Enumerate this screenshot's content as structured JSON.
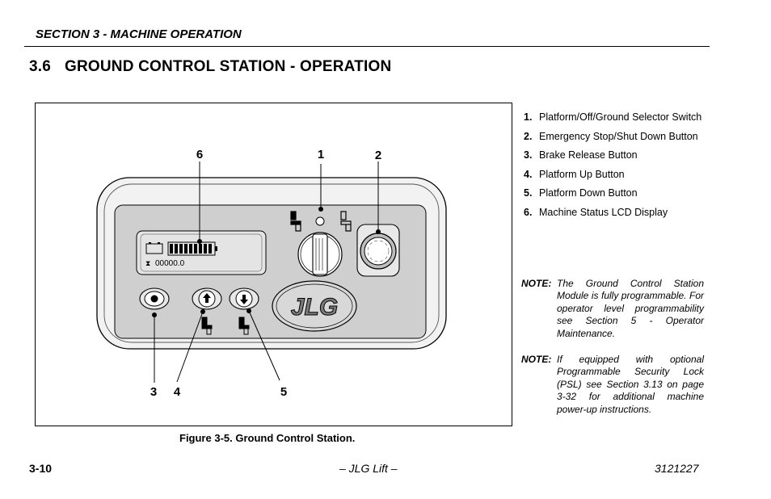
{
  "header": {
    "section": "SECTION 3 - MACHINE OPERATION",
    "title_number": "3.6",
    "title_text": "GROUND CONTROL STATION - OPERATION"
  },
  "figure": {
    "caption": "Figure 3-5. Ground Control Station.",
    "callouts": [
      "1",
      "2",
      "3",
      "4",
      "5",
      "6"
    ],
    "lcd_hours": "00000.0",
    "logo_text": "JLG"
  },
  "legend": [
    {
      "number": "1.",
      "label": "Platform/Off/Ground Selector Switch"
    },
    {
      "number": "2.",
      "label": "Emergency Stop/Shut Down Button"
    },
    {
      "number": "3.",
      "label": "Brake Release Button"
    },
    {
      "number": "4.",
      "label": "Platform Up Button"
    },
    {
      "number": "5.",
      "label": "Platform Down Button"
    },
    {
      "number": "6.",
      "label": "Machine Status LCD Display"
    }
  ],
  "notes": [
    {
      "label": "NOTE:",
      "text": "The Ground Control Station Module is fully programmable. For operator level programmability see Section 5 - Operator Maintenance."
    },
    {
      "label": "NOTE:",
      "text": "If equipped with optional Programmable Security Lock (PSL) see Section 3.13 on page 3-32 for additional machine power-up instructions."
    }
  ],
  "footer": {
    "page": "3-10",
    "center": "– JLG Lift –",
    "doc_number": "3121227"
  }
}
